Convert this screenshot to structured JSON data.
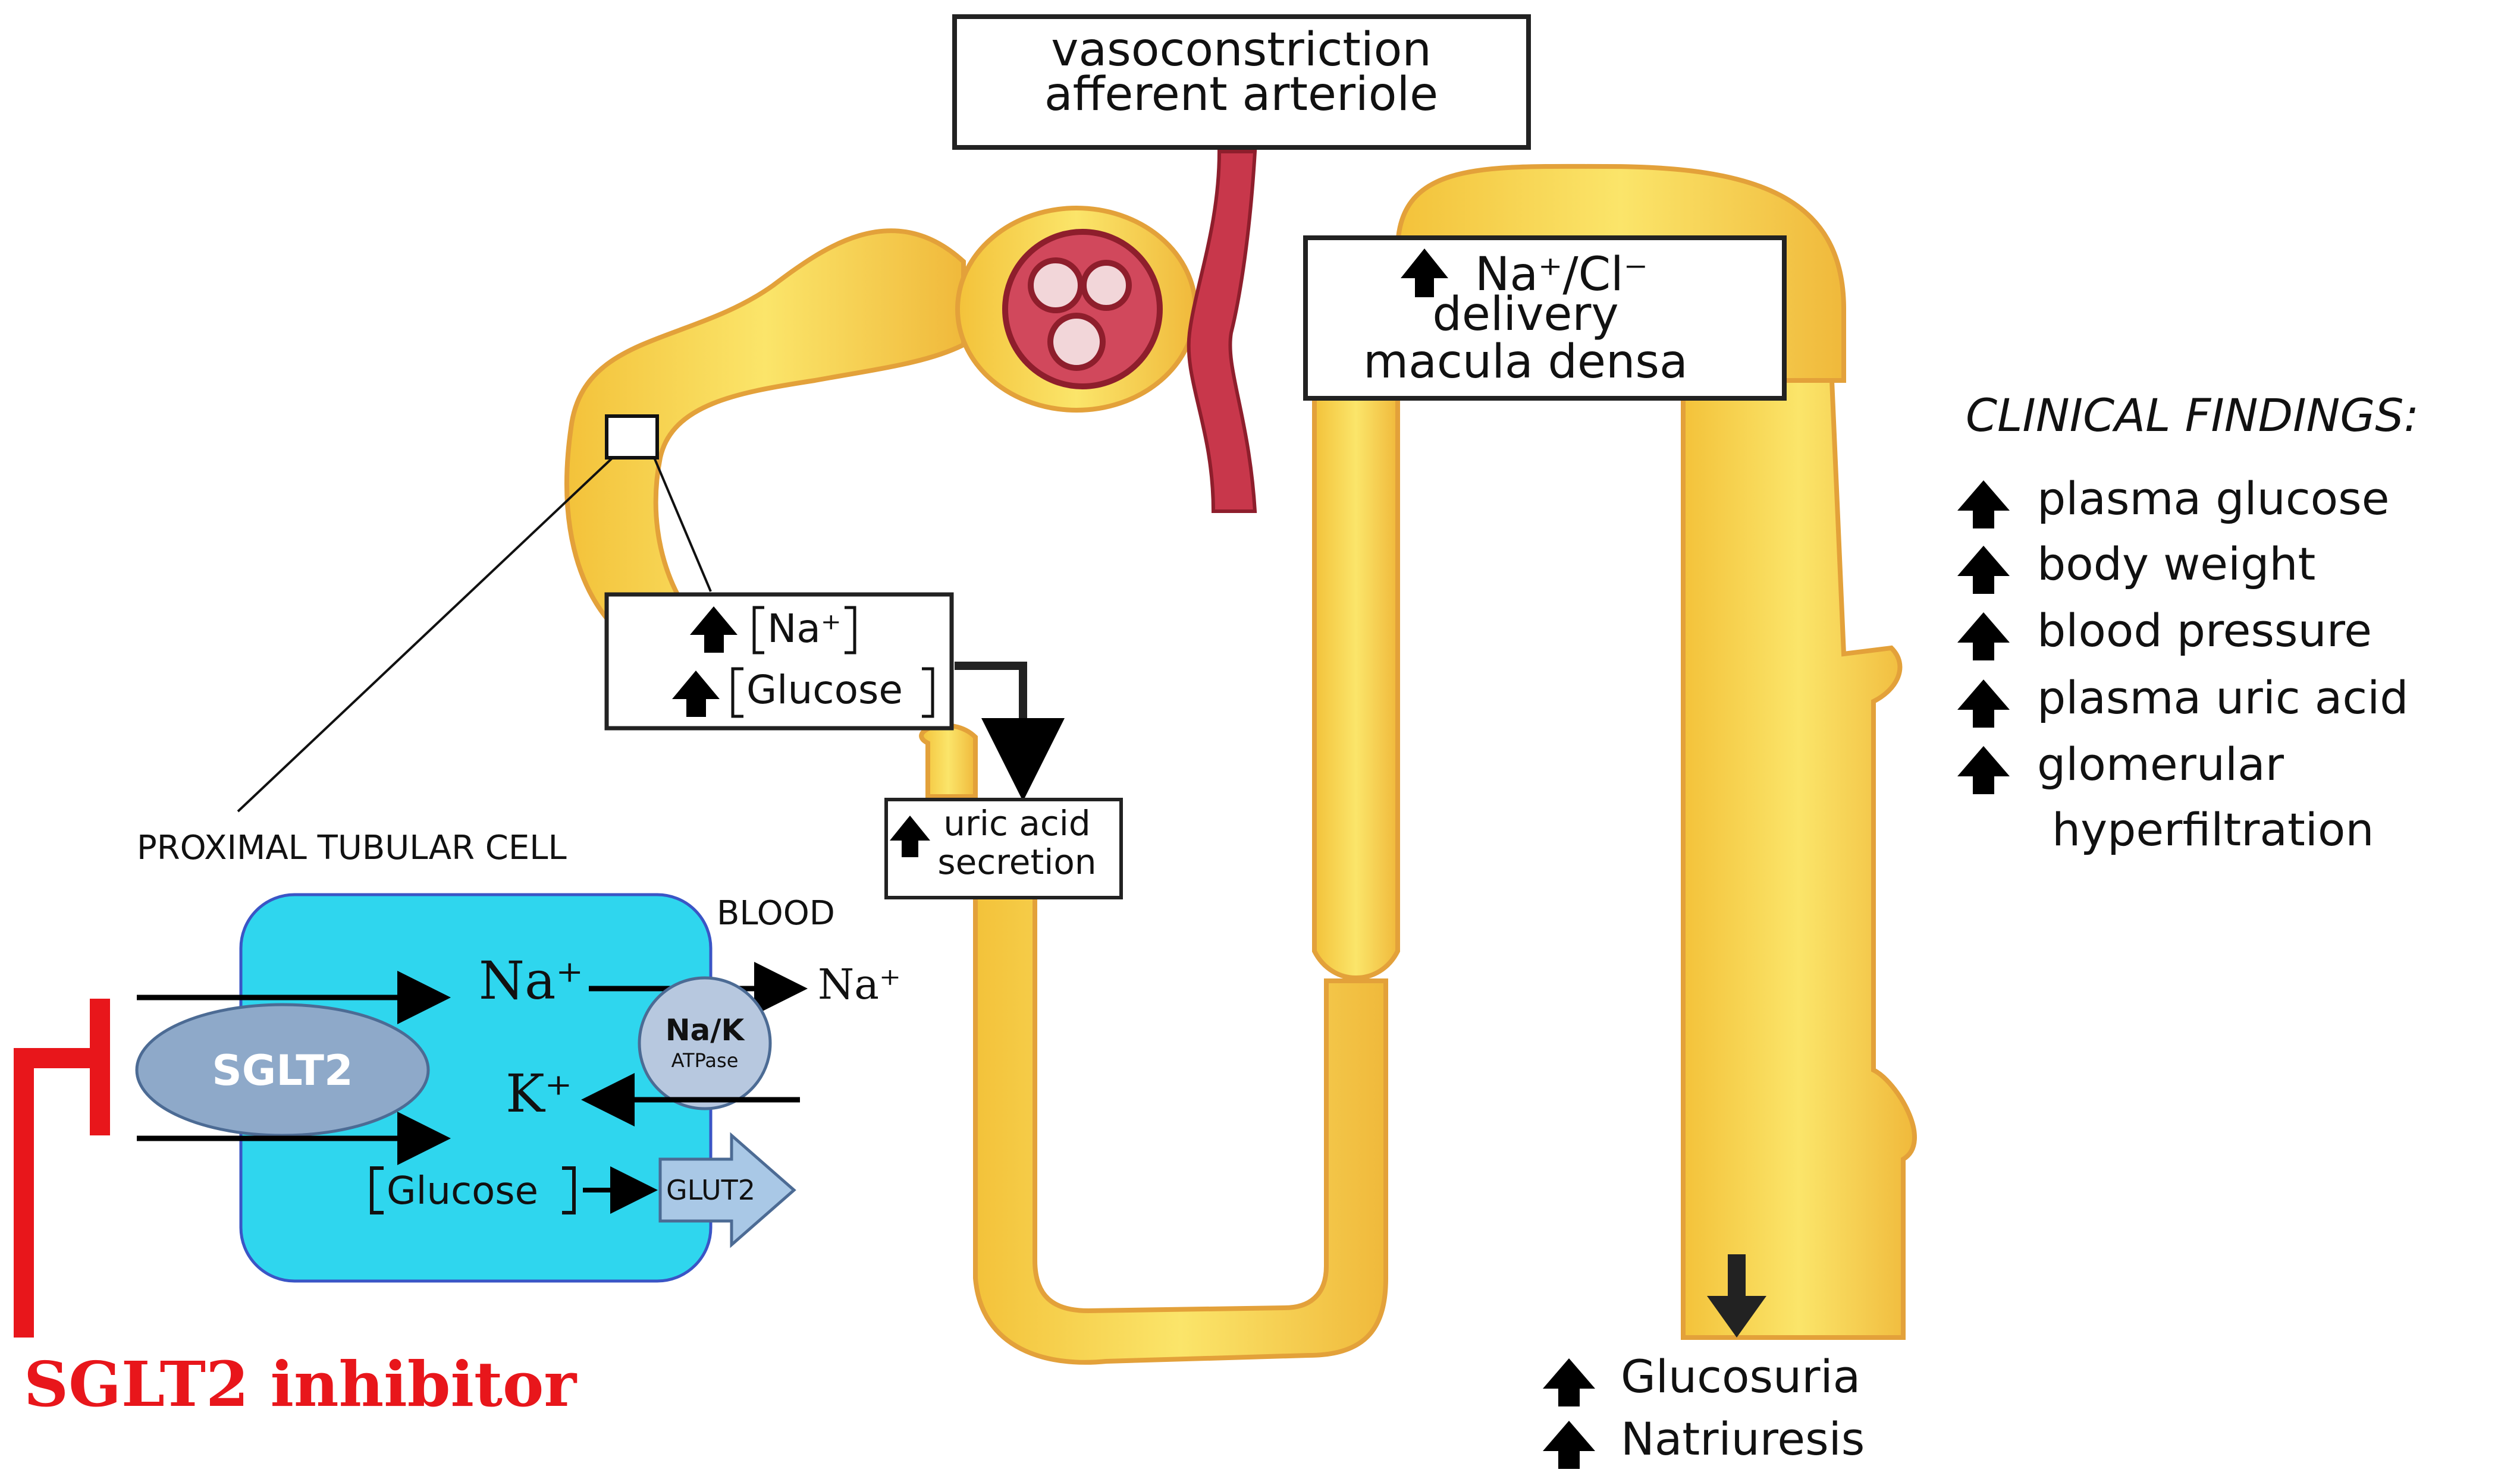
{
  "top_box": {
    "line1": "vasoconstriction",
    "line2": "afferent arteriole"
  },
  "macula_box": {
    "line1": "Na⁺/Cl⁻",
    "line2": "delivery",
    "line3": "macula densa"
  },
  "proximal_box": {
    "na_label": "Na⁺",
    "glucose_label": "Glucose"
  },
  "uric_box": {
    "line1": "uric acid",
    "line2": "secretion"
  },
  "cell": {
    "title": "PROXIMAL TUBULAR CELL",
    "blood_label": "BLOOD",
    "sglt2_label": "SGLT2",
    "na_inside": "Na⁺",
    "na_outside": "Na⁺",
    "k_inside": "K⁺",
    "pump_label": "Na/K",
    "pump_sub": "ATPase",
    "glucose_inside": "Glucose",
    "glut2_label": "GLUT2"
  },
  "inhibitor_label": "SGLT2 inhibitor",
  "findings": {
    "title": "CLINICAL FINDINGS:",
    "items": [
      "plasma glucose",
      "body weight",
      "blood pressure",
      "plasma uric acid",
      "glomerular"
    ],
    "continuation": "hyperfiltration"
  },
  "outcomes": [
    "Glucosuria",
    "Natriuresis"
  ],
  "colors": {
    "tubule_fill": "#f6d236",
    "tubule_edge": "#e0a33a",
    "vessel_fill": "#c8374b",
    "cell_fill": "#2fd6ee",
    "sglt2_fill": "#8ea9c9",
    "pump_fill": "#b7c8df",
    "glut2_fill": "#a9c8e6",
    "inhibitor_red": "#e8161b"
  }
}
